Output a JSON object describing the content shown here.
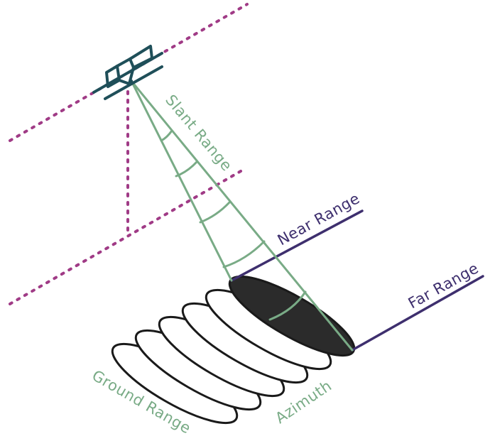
{
  "labels": {
    "slant_range": "Slant Range",
    "near_range": "Near Range",
    "far_range": "Far Range",
    "ground_range": "Ground Range",
    "azimuth": "Azimuth"
  },
  "colors": {
    "flight_path": "#a03b86",
    "satellite": "#1f4f59",
    "beam": "#79ab86",
    "range_lines": "#3e2f6e",
    "footprint_fill": "#2b2b2b",
    "footprint_outline": "#1a1a1a"
  },
  "icons": {
    "satellite": "satellite-icon"
  }
}
